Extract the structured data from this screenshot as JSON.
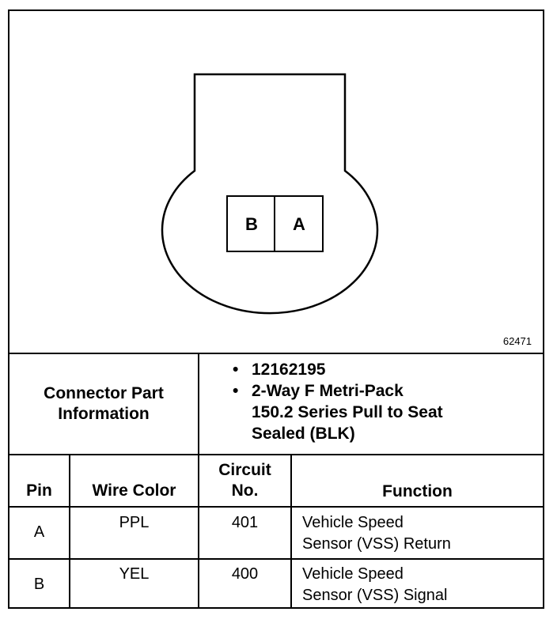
{
  "diagram": {
    "figure_id": "62471",
    "cavity_left": "B",
    "cavity_right": "A"
  },
  "connector_info": {
    "title_line1": "Connector Part",
    "title_line2": "Information",
    "items": [
      {
        "bullet": "•",
        "lines": [
          "12162195"
        ]
      },
      {
        "bullet": "•",
        "lines": [
          "2-Way F Metri-Pack",
          "150.2 Series Pull to Seat",
          "Sealed (BLK)"
        ]
      }
    ]
  },
  "table": {
    "headers": {
      "pin": "Pin",
      "wire_color": "Wire Color",
      "circuit_line1": "Circuit",
      "circuit_line2": "No.",
      "function": "Function"
    },
    "rows": [
      {
        "pin": "A",
        "wire_color": "PPL",
        "circuit": "401",
        "function_line1": "Vehicle Speed",
        "function_line2": "Sensor (VSS) Return"
      },
      {
        "pin": "B",
        "wire_color": "YEL",
        "circuit": "400",
        "function_line1": "Vehicle Speed",
        "function_line2": "Sensor (VSS) Signal"
      }
    ]
  }
}
